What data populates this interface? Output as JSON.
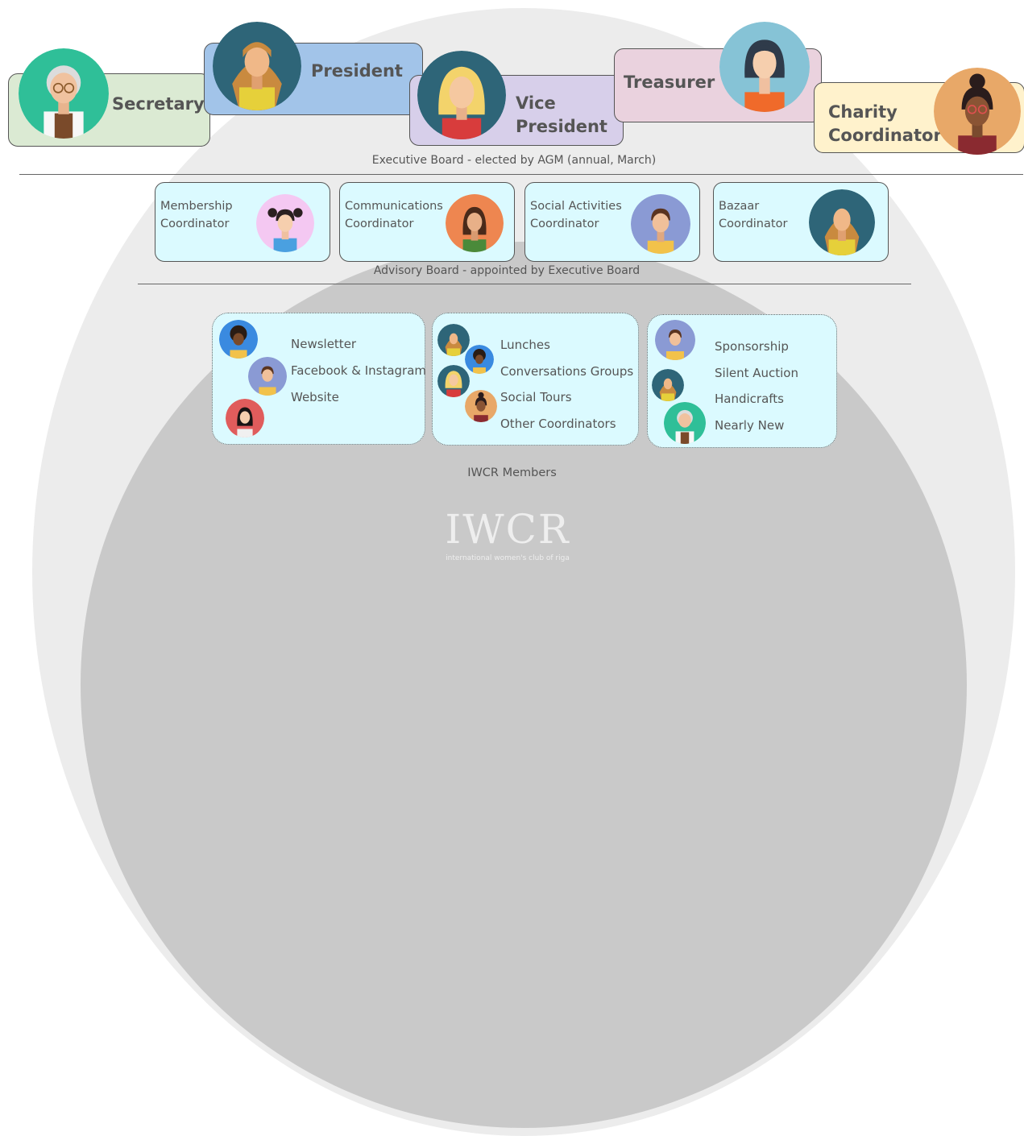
{
  "executive_board": {
    "caption": "Executive Board - elected by AGM (annual, March)",
    "roles": {
      "secretary": "Secretary",
      "president": "President",
      "vice_president_line1": "Vice",
      "vice_president_line2": "President",
      "treasurer": "Treasurer",
      "charity_line1": "Charity",
      "charity_line2": "Coordinator"
    },
    "colors": {
      "secretary": "#dbead3",
      "president": "#a2c4e9",
      "vice_president": "#d7cfea",
      "treasurer": "#ead2de",
      "charity": "#fff2cc"
    }
  },
  "advisory_board": {
    "caption": "Advisory Board - appointed by Executive Board",
    "coordinators": [
      {
        "line1": "Membership",
        "line2": "Coordinator"
      },
      {
        "line1": "Communications",
        "line2": "Coordinator"
      },
      {
        "line1": "Social Activities",
        "line2": "Coordinator"
      },
      {
        "line1": "Bazaar",
        "line2": "Coordinator"
      }
    ]
  },
  "groups": {
    "communications": [
      "Newsletter",
      "Facebook & Instagram",
      "Website"
    ],
    "social": [
      "Lunches",
      "Conversations Groups",
      "Social Tours",
      "Other Coordinators"
    ],
    "bazaar": [
      "Sponsorship",
      "Silent Auction",
      "Handicrafts",
      "Nearly New"
    ]
  },
  "members_caption": "IWCR Members",
  "logo": {
    "text": "IWCR",
    "tagline": "international women's club of riga"
  },
  "accent_colors": {
    "card_fill": "#dbfaff",
    "inner_circle": "#c9c9c9",
    "outer_circle": "#ececec"
  }
}
